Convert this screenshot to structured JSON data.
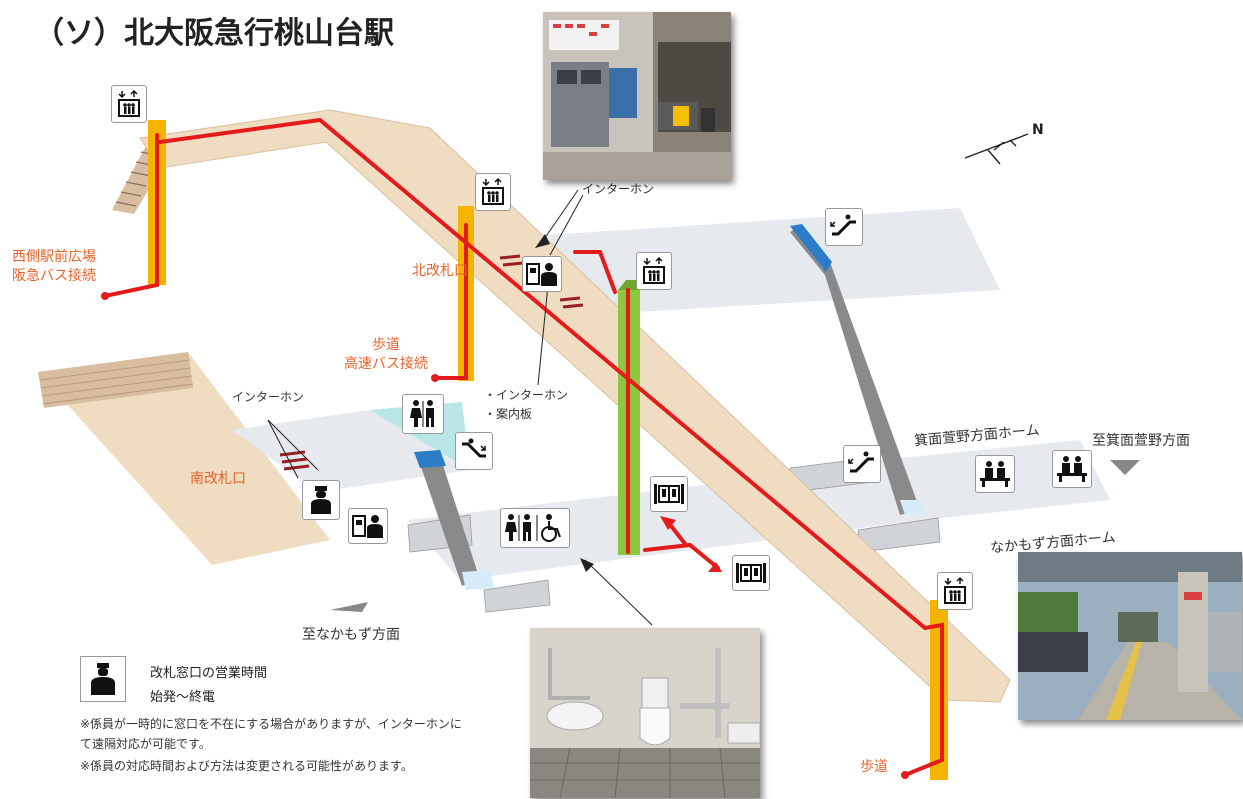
{
  "title": "（ソ）北大阪急行桃山台駅",
  "labels": {
    "west_exit": "西側駅前広場",
    "west_bus": "阪急バス接続",
    "north_gate": "北改札口",
    "sidewalk1": "歩道",
    "highway_bus": "高速バス接続",
    "south_gate": "南改札口",
    "to_nakamozu": "至なかもず方面",
    "to_minoh": "至箕面萱野方面",
    "platform_minoh": "箕面萱野方面ホーム",
    "platform_nakamozu": "なかもず方面ホーム",
    "sidewalk2": "歩道",
    "intercom_top": "インターホン",
    "intercom_left": "インターホン",
    "intercom_center": "・インターホン",
    "info_board": "・案内板",
    "compass": "N"
  },
  "legend": {
    "heading": "改札窓口の営業時間",
    "hours": "始発～終電",
    "note1": "※係員が一時的に窓口を不在にする場合がありますが、インターホンにて遠隔対応が可能です。",
    "note2": "※係員の対応時間および方法は変更される可能性があります。"
  },
  "icons": [
    "elevator-icon",
    "escalator-icon",
    "restroom-icon",
    "accessible-restroom-icon",
    "ticket-machine-icon",
    "station-staff-icon",
    "bench-icon",
    "platform-door-icon"
  ],
  "colors": {
    "route": "#e31b1b",
    "walkway": "#f0dcc0",
    "elevator_shaft": "#f5b400",
    "green_shaft": "#8dc63f",
    "escalator": "#2b7dc8",
    "label_orange": "#e8632a"
  }
}
